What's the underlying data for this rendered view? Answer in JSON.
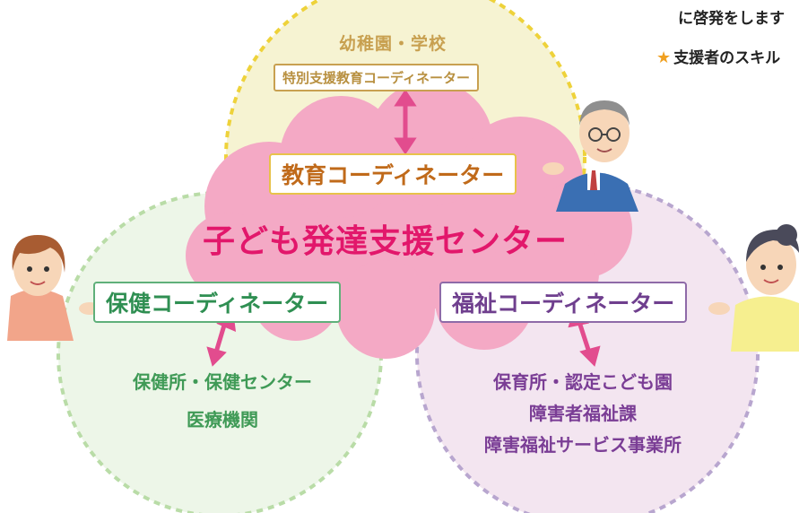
{
  "corner": {
    "line1": "に啓発をします",
    "line2": "支援者のスキル",
    "star_icon": "star-icon"
  },
  "school": {
    "title": "幼稚園・学校",
    "subtitle": "特別支援教育コーディネーター"
  },
  "education_coordinator": "教育コーディネーター",
  "center_title": "子ども発達支援センター",
  "health": {
    "coordinator": "保健コーディネーター",
    "line1": "保健所・保健センター",
    "line2": "医療機関"
  },
  "welfare": {
    "coordinator": "福祉コーディネーター",
    "line1": "保育所・認定こども園",
    "line2": "障害者福祉課",
    "line3": "障害福祉サービス事業所"
  },
  "colors": {
    "yellow_circle": "#f6f3d2",
    "green_circle": "#edf6e8",
    "purple_circle": "#f3e5f0",
    "cloud": "#f4a9c5",
    "arrow": "#e24c8e",
    "center_text": "#e2176b"
  },
  "icons": [
    "star-icon",
    "double-arrow-icon",
    "man-illustration",
    "woman-left-illustration",
    "woman-right-illustration"
  ]
}
